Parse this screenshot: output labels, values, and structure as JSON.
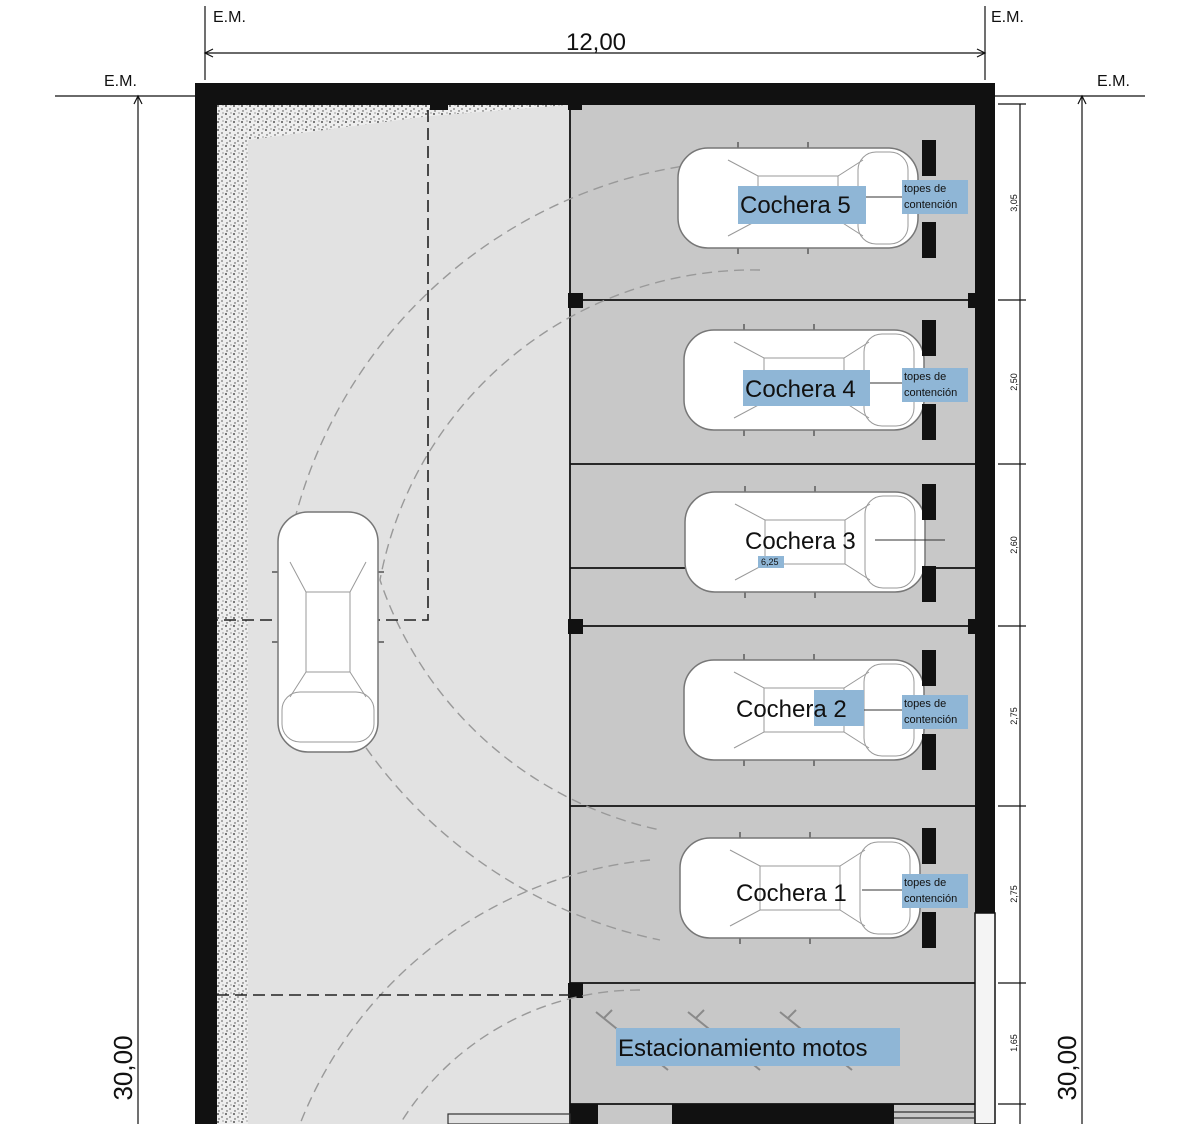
{
  "dimensions": {
    "em_label": "E.M.",
    "width_total": "12,00",
    "length_total": "30,00",
    "stall_widths": [
      "3,05",
      "2,50",
      "2,60",
      "2,75",
      "2,75",
      "1,65"
    ],
    "driveway_mark": "6,25"
  },
  "spaces": [
    {
      "label": "Cochera 5",
      "note": [
        "topes de",
        "contención"
      ]
    },
    {
      "label": "Cochera 4",
      "note": [
        "topes de",
        "contención"
      ]
    },
    {
      "label": "Cochera 3",
      "note": [
        "",
        ""
      ]
    },
    {
      "label": "Cochera 2",
      "note": [
        "topes de",
        "contención"
      ]
    },
    {
      "label": "Cochera 1",
      "note": [
        "topes de",
        "contención"
      ]
    }
  ],
  "motos": {
    "label": "Estacionamiento motos"
  },
  "colors": {
    "wall": "#111111",
    "stall_fill": "#c8c8c8",
    "drive_fill": "#e2e2e2",
    "label_highlight": "#8fb6d6"
  }
}
